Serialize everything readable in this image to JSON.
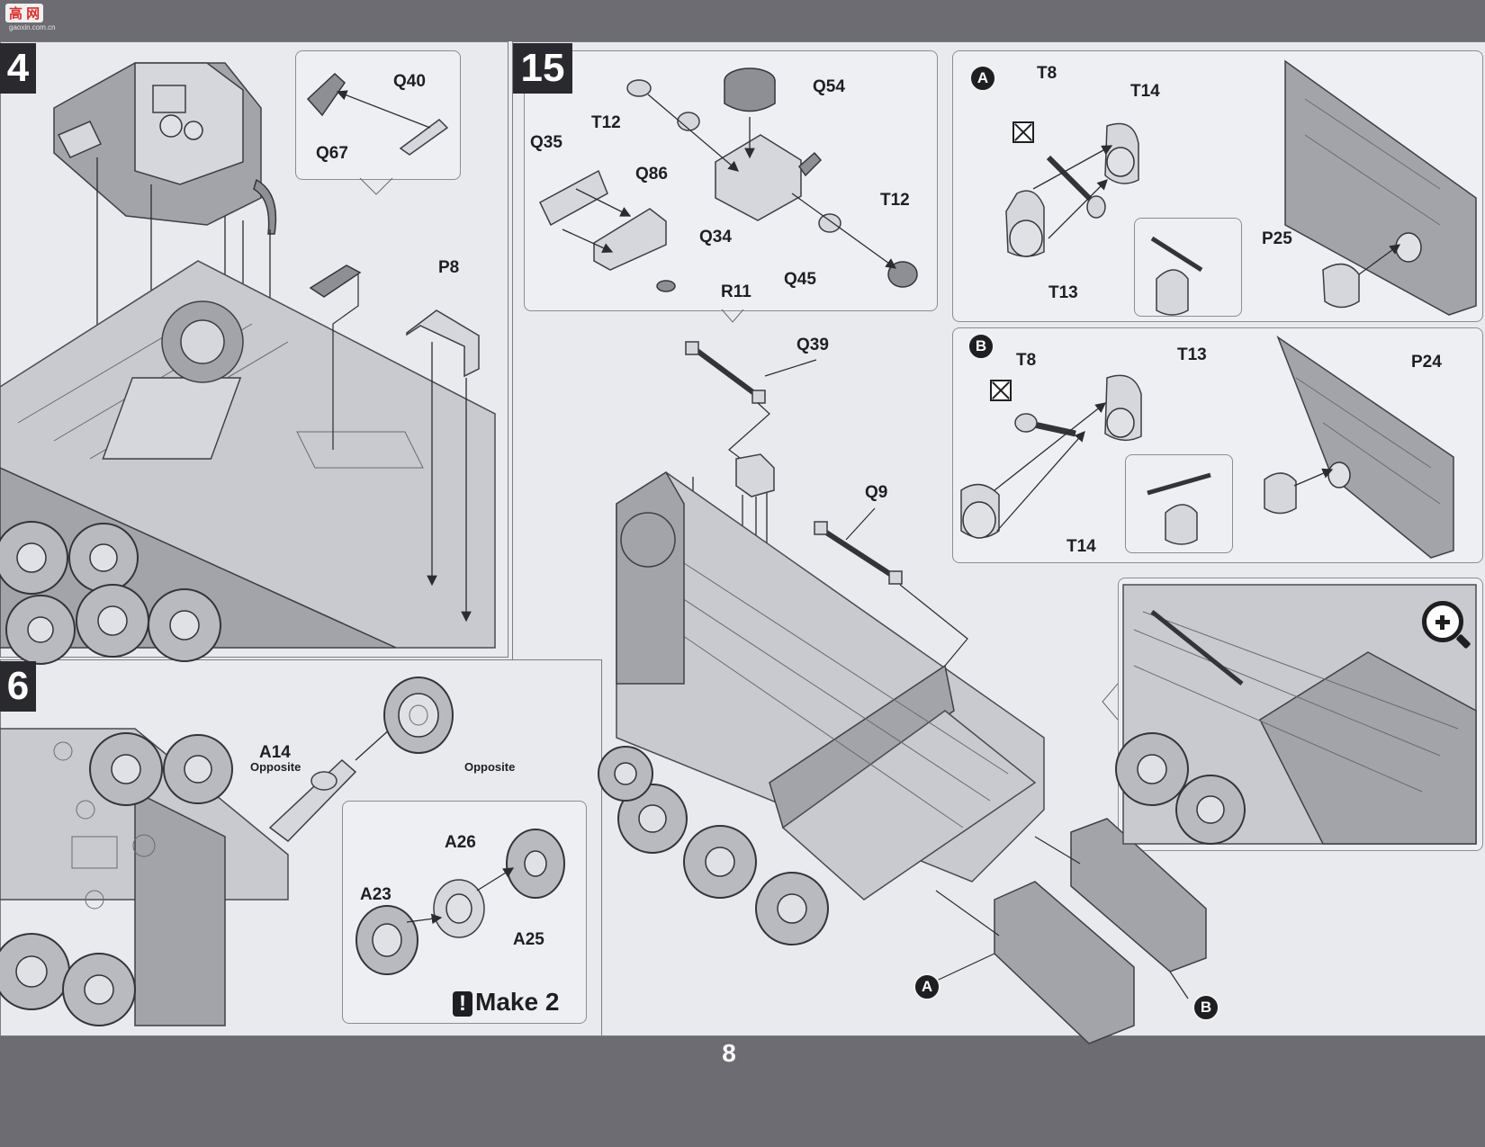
{
  "watermark": {
    "logo": "高 网",
    "url": "gaoxin.com.cn"
  },
  "page_number": "8",
  "steps": {
    "step14": {
      "number": "4",
      "callout_labels": {
        "q40": "Q40",
        "q67": "Q67"
      },
      "labels": {
        "p8": "P8"
      }
    },
    "step15": {
      "number": "15",
      "callout_labels": {
        "q54": "Q54",
        "t12_top": "T12",
        "q35": "Q35",
        "q86": "Q86",
        "q34": "Q34",
        "t12_right": "T12",
        "q45": "Q45",
        "r11": "R11"
      },
      "labels": {
        "q39": "Q39",
        "q9": "Q9"
      },
      "markers": {
        "a": "A",
        "b": "B"
      }
    },
    "step16": {
      "number": "6",
      "labels": {
        "a14": "A14",
        "a14_opposite": "Opposite",
        "wheel_opposite": "Opposite",
        "a26": "A26",
        "a23": "A23",
        "a25": "A25"
      },
      "make_label": "Make 2",
      "make_icon": "!"
    }
  },
  "subassembly_a": {
    "marker": "A",
    "labels": {
      "t8": "T8",
      "t14": "T14",
      "t13": "T13",
      "p25": "P25"
    },
    "icon": "no-cement-icon"
  },
  "subassembly_b": {
    "marker": "B",
    "labels": {
      "t8": "T8",
      "t13": "T13",
      "t14": "T14",
      "p24": "P24"
    },
    "icon": "no-cement-icon"
  },
  "detail_view": {
    "icon": "magnify-plus-icon"
  },
  "colors": {
    "band": "#6c6c72",
    "paper": "#e9eaee",
    "ink": "#1f1f22"
  }
}
